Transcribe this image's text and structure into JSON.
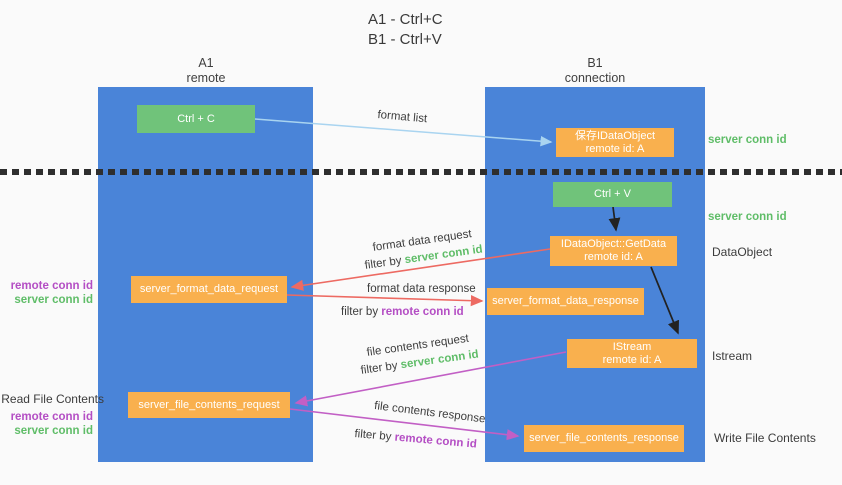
{
  "title": {
    "line1": "A1 - Ctrl+C",
    "line2": "B1 - Ctrl+V"
  },
  "columns": {
    "left": {
      "name": "A1",
      "subtitle": "remote"
    },
    "right": {
      "name": "B1",
      "subtitle": "connection"
    }
  },
  "nodes": {
    "ctrl_c": "Ctrl + C",
    "save_idataobject": {
      "line1": "保存IDataObject",
      "line2": "remote id: A"
    },
    "ctrl_v": "Ctrl + V",
    "getdata": {
      "line1": "IDataObject::GetData",
      "line2": "remote id: A"
    },
    "format_request": "server_format_data_request",
    "format_response": "server_format_data_response",
    "istream": {
      "line1": "IStream",
      "line2": "remote id: A"
    },
    "file_request": "server_file_contents_request",
    "file_response": "server_file_contents_response"
  },
  "arrow_labels": {
    "format_list": "format list",
    "format_data_request": "format data request",
    "format_data_response": "format data response",
    "file_contents_request": "file contents request",
    "file_contents_response": "file contents response",
    "filter_by": "filter by ",
    "server_conn_id": "server conn id",
    "remote_conn_id": "remote conn id"
  },
  "side_labels": {
    "remote_conn_id": "remote conn id",
    "server_conn_id": "server conn id",
    "read_file_contents": "Read File Contents",
    "write_file_contents": "Write File Contents",
    "dataobject": "DataObject",
    "istream": "Istream"
  },
  "colors": {
    "column_blue": "#4a84d8",
    "node_orange": "#f9b04e",
    "node_green": "#70c37a",
    "arrow_light_blue": "#a9d4f0",
    "arrow_red": "#ed6a62",
    "arrow_magenta": "#c25fc5",
    "arrow_black": "#222222",
    "label_green": "#5fbd68",
    "label_purple": "#b44ec4",
    "text_dark": "#3d3d3d",
    "background": "#fafafa"
  }
}
